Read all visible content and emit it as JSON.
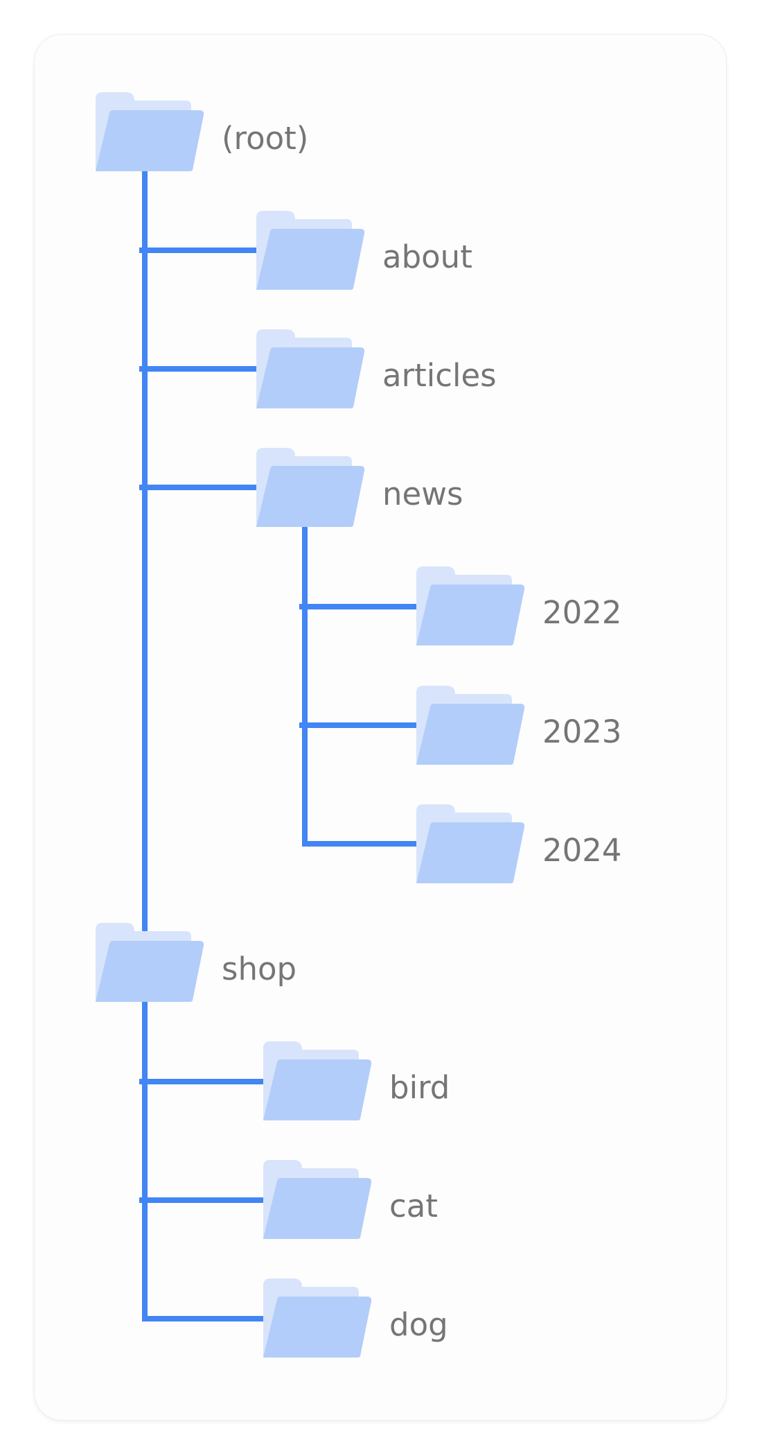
{
  "colors": {
    "connector": "#4285f4",
    "folder_back": "#d7e4fb",
    "folder_front": "#b3cdfa",
    "label": "#757575"
  },
  "tree": {
    "label": "(root)",
    "icon": "folder-icon",
    "children": [
      {
        "label": "about",
        "icon": "folder-icon"
      },
      {
        "label": "articles",
        "icon": "folder-icon"
      },
      {
        "label": "news",
        "icon": "folder-icon",
        "children": [
          {
            "label": "2022",
            "icon": "folder-icon"
          },
          {
            "label": "2023",
            "icon": "folder-icon"
          },
          {
            "label": "2024",
            "icon": "folder-icon"
          }
        ]
      }
    ]
  },
  "tree2": {
    "label": "shop",
    "icon": "folder-icon",
    "children": [
      {
        "label": "bird",
        "icon": "folder-icon"
      },
      {
        "label": "cat",
        "icon": "folder-icon"
      },
      {
        "label": "dog",
        "icon": "folder-icon"
      }
    ]
  }
}
